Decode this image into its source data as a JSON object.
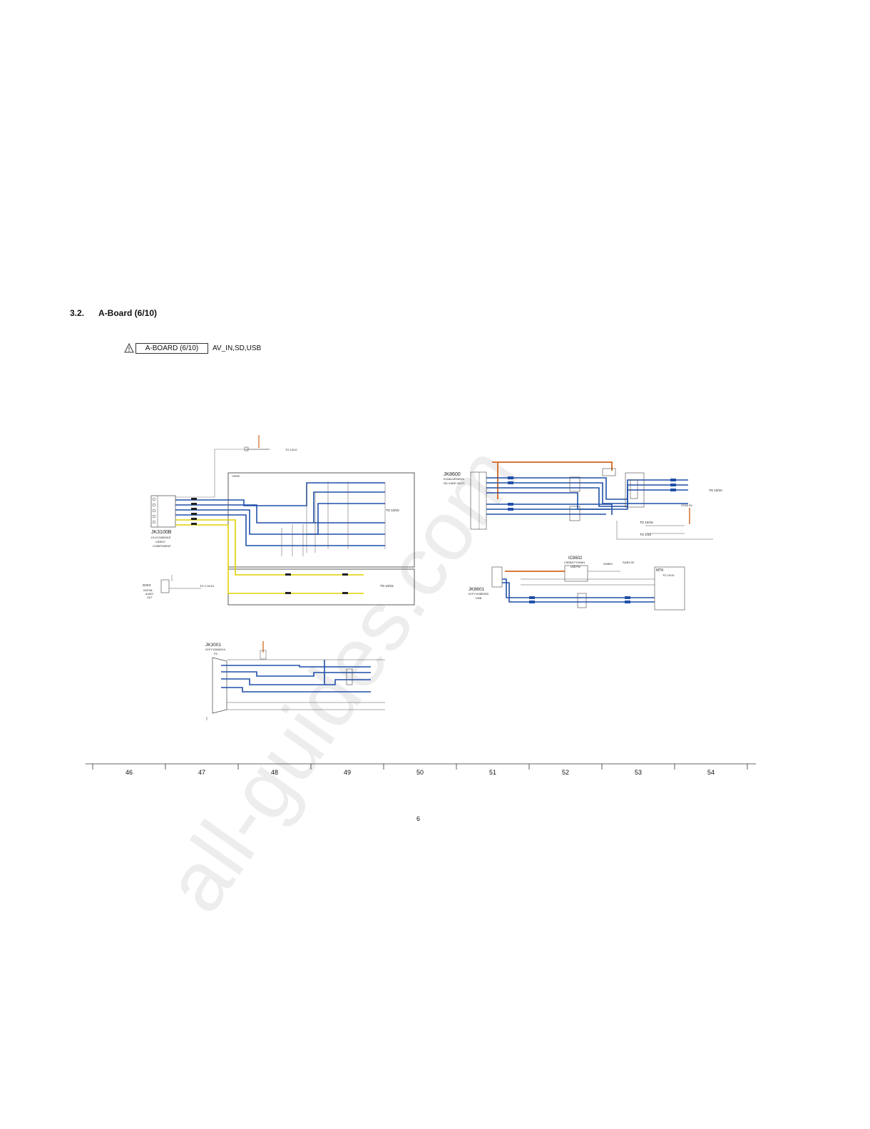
{
  "section": {
    "number": "3.2.",
    "title": "A-Board (6/10)"
  },
  "board": {
    "label": "A-BOARD (6/10)",
    "description": "AV_IN,SD,USB",
    "warning_icon": "warning-triangle-icon"
  },
  "blocks": {
    "jk3100b": {
      "ref": "JK3100B",
      "part": "K1UY1M0001E",
      "sub1": "VIDEO/",
      "sub2": "COMPONENT"
    },
    "ypbpr": {
      "label": "YPbPr"
    },
    "digital_out": {
      "ref": "D3XX",
      "line1": "DIGITAL",
      "line2": "AUDIO",
      "line3": "OUT"
    },
    "jk8600": {
      "ref": "JK8600",
      "part": "K1NA12E00015",
      "sub": "SD CARD SLOT"
    },
    "ic8602": {
      "ref": "IC8602",
      "part": "C0DBZYY00461",
      "sub": "USB PW"
    },
    "jk8601": {
      "ref": "JK8601",
      "part": "K1FY104B0002",
      "sub": "USB"
    },
    "mtk": {
      "label": "MTK",
      "to": "TO 10/10"
    },
    "jk3001": {
      "ref": "JK3001",
      "part": "K1FY115A0014",
      "sub": "PC"
    }
  },
  "connectors": {
    "to_10_10_top": "TO 10/10",
    "to_10_10_mid": "TO 10/10",
    "to_10_16": "TO 10/16",
    "to_2_10_10": "TO 2 10/10",
    "to_10_10_right": "TO 10/10",
    "to_10_16_right": "TO 10/16",
    "to_1_10": "TO 1/10",
    "sub5v": "SUB5V",
    "sub3v": "SUB3.3V",
    "stb": "STB3.3V"
  },
  "ruler": [
    "46",
    "47",
    "48",
    "49",
    "50",
    "51",
    "52",
    "53",
    "54"
  ],
  "page_number": "6",
  "watermark": "all-guides.com",
  "colors": {
    "blue_wire": "#1f4fa8",
    "yellow_wire": "#e0d000",
    "orange_wire": "#d2661e",
    "black_wire": "#555555"
  }
}
